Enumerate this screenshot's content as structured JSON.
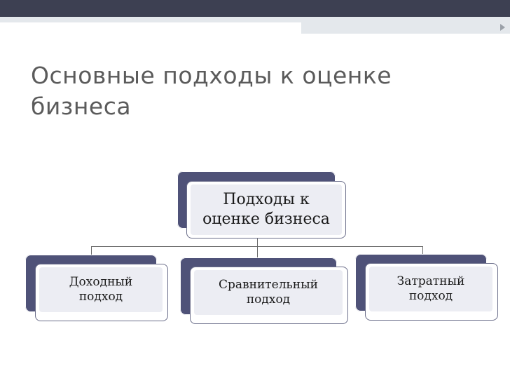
{
  "slide": {
    "title": "Основные подходы к оценке бизнеса"
  },
  "diagram": {
    "root": {
      "label": "Подходы к оценке бизнеса"
    },
    "children": [
      {
        "label": "Доходный подход"
      },
      {
        "label": "Сравнительный подход"
      },
      {
        "label": "Затратный подход"
      }
    ]
  },
  "colors": {
    "top_band": "#3d4052",
    "light_band": "#e4e8ec",
    "node_back": "#4f5278",
    "node_fill": "#ecedf3",
    "title_text": "#5b5b5b"
  }
}
